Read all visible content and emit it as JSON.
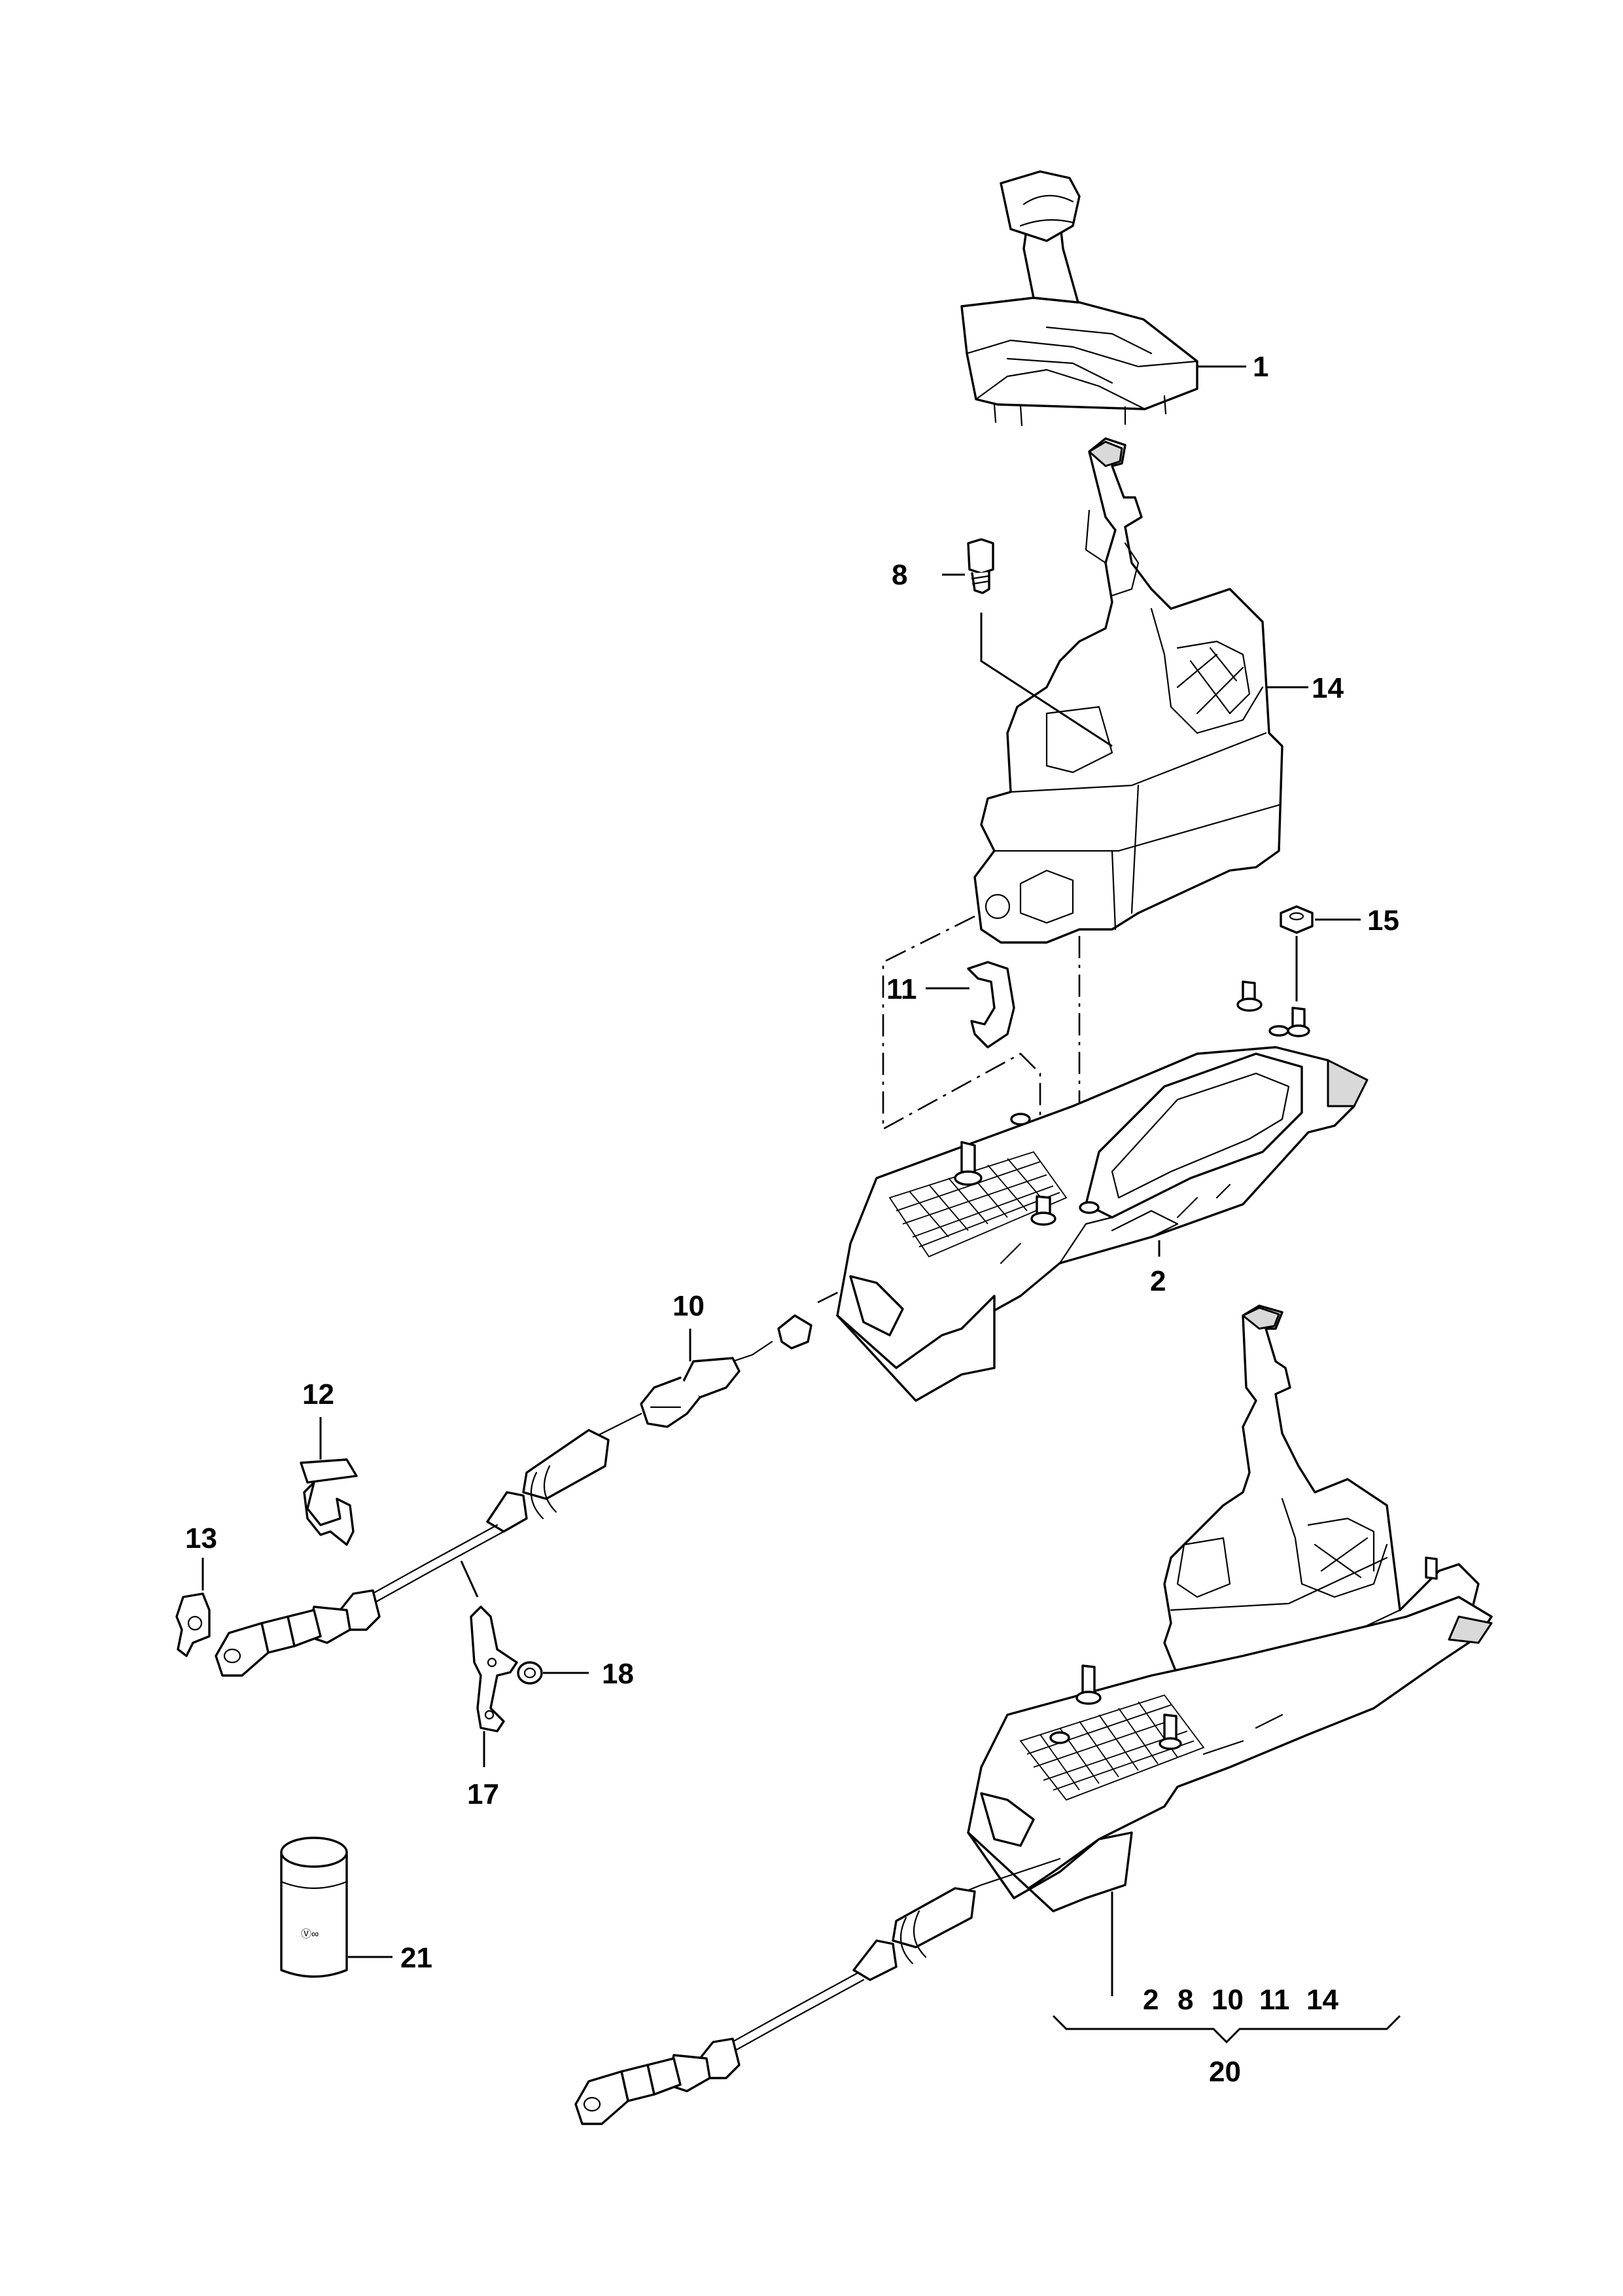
{
  "callouts": {
    "p1": "1",
    "p2": "2",
    "p8": "8",
    "p10": "10",
    "p11": "11",
    "p12": "12",
    "p13": "13",
    "p14": "14",
    "p15": "15",
    "p17": "17",
    "p18": "18",
    "p20": "20",
    "p21": "21"
  },
  "assembly_group": {
    "members": [
      "2",
      "8",
      "10",
      "11",
      "14"
    ],
    "label": "20"
  },
  "logo": "Ⓥ∞"
}
